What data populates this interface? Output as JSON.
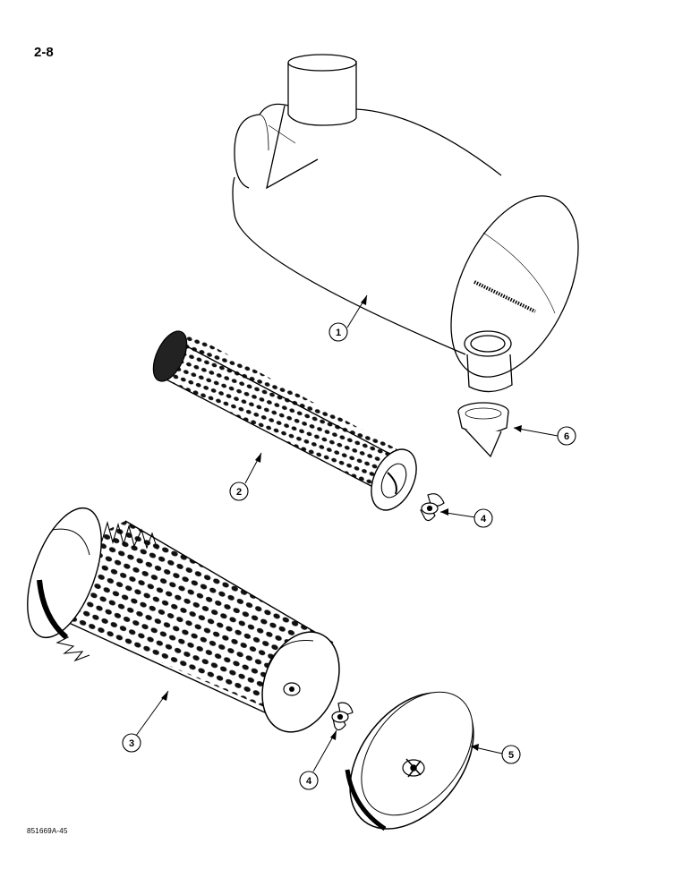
{
  "page": {
    "number": "2-8",
    "figure_ref": "851669A-45"
  },
  "callouts": [
    {
      "id": "1",
      "part": "air-cleaner-housing"
    },
    {
      "id": "2",
      "part": "inner-filter-element"
    },
    {
      "id": "3",
      "part": "outer-filter-element"
    },
    {
      "id": "4",
      "part": "wing-nut"
    },
    {
      "id": "4",
      "part": "wing-nut"
    },
    {
      "id": "5",
      "part": "end-cover"
    },
    {
      "id": "6",
      "part": "dust-valve"
    }
  ],
  "colors": {
    "line": "#000000",
    "paper": "#ffffff"
  }
}
